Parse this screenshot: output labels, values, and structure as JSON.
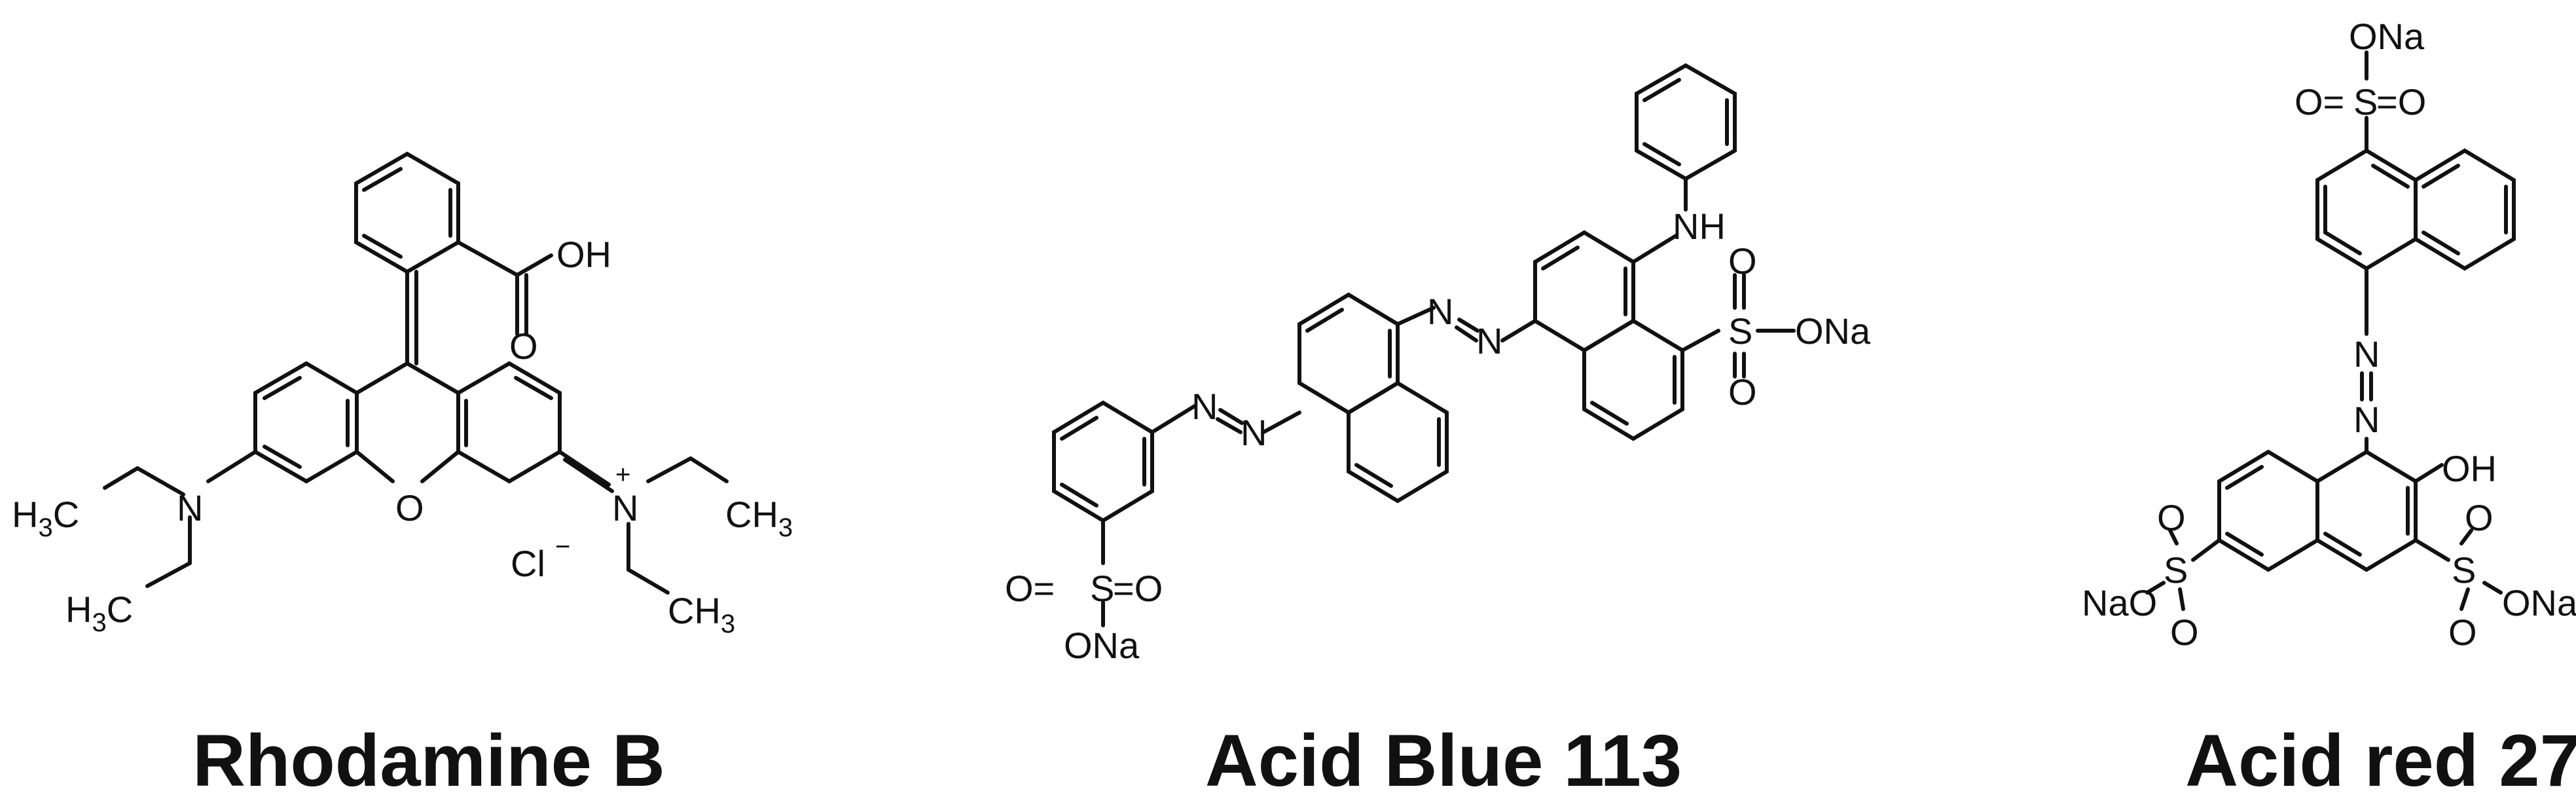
{
  "molecules": [
    {
      "name": "Rhodamine B",
      "atoms": {
        "oh": "OH",
        "o_carbonyl": "O",
        "o_ring": "O",
        "n_left": "N",
        "n_right": "N",
        "n_charge": "+",
        "cl": "Cl",
        "cl_charge": "−",
        "h3c_top": {
          "main": "H",
          "sub": "3",
          "tail": "C"
        },
        "h3c_bottom": {
          "main": "H",
          "sub": "3",
          "tail": "C"
        },
        "ch3_top": {
          "main": "CH",
          "sub": "3"
        },
        "ch3_bottom": {
          "main": "CH",
          "sub": "3"
        }
      }
    },
    {
      "name": "Acid Blue 113",
      "atoms": {
        "nh": "NH",
        "n1": "N",
        "n2": "N",
        "n3": "N",
        "n4": "N",
        "s_right": "S",
        "o_right_top": "O",
        "o_right_bottom": "O",
        "ona_right": "ONa",
        "s_left": "S",
        "o_left_1": "O=",
        "o_left_2": "=O",
        "ona_left": "ONa"
      }
    },
    {
      "name": "Acid red 27",
      "atoms": {
        "ona_top": "ONa",
        "s_top": "S",
        "o_top_left": "O=",
        "o_top_right": "=O",
        "n1": "N",
        "n2": "N",
        "oh": "OH",
        "s_left": "S",
        "o_left_up": "O",
        "o_left_down": "O",
        "nao_left": "NaO",
        "s_right": "S",
        "o_right_up": "O",
        "o_right_down": "O",
        "ona_right": "ONa"
      }
    }
  ]
}
